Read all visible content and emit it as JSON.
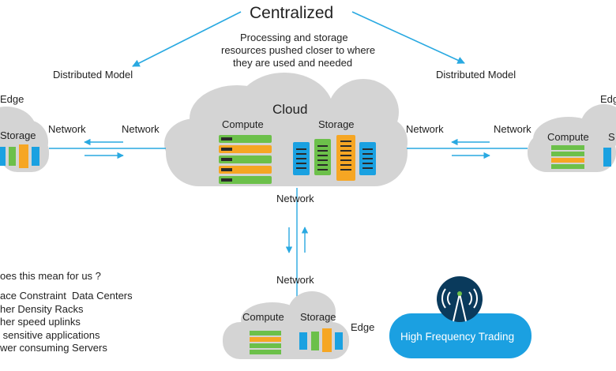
{
  "title": "Centralized",
  "subtitle_lines": [
    "Processing and storage",
    "resources pushed closer to where",
    "they are used and needed"
  ],
  "left_model_label": "Distributed Model",
  "right_model_label": "Distributed Model",
  "cloud_label": "Cloud",
  "compute_label": "Compute",
  "storage_label": "Storage",
  "edge_label": "Edge",
  "network_label": "Network",
  "left_edge": {
    "edge": "Edge",
    "storage": "Storage",
    "network_outer": "Network",
    "network_inner": "Network"
  },
  "right_edge": {
    "edge": "Edge",
    "compute": "Compute",
    "storage_partial": "S",
    "network_outer": "Network",
    "network_inner": "Network"
  },
  "bottom_edge": {
    "compute": "Compute",
    "storage": "Storage",
    "edge": "Edge",
    "network_top": "Network",
    "network_bottom": "Network"
  },
  "question": "oes this mean for us ?",
  "bullets": [
    "ace Constraint  Data Centers",
    "her Density Racks",
    "her speed uplinks",
    " sensitive applications",
    "wer consuming Servers"
  ],
  "hft_label": "High Frequency Trading",
  "colors": {
    "arrow": "#29a9e1",
    "cloud": "#d4d4d4",
    "green": "#6cc04a",
    "orange": "#f6a623",
    "blue": "#1aa1e1",
    "hft": "#1ba0e1",
    "antenna_bg": "#0a3a5c"
  },
  "icons": {
    "hft": "wireless-antenna-icon"
  }
}
